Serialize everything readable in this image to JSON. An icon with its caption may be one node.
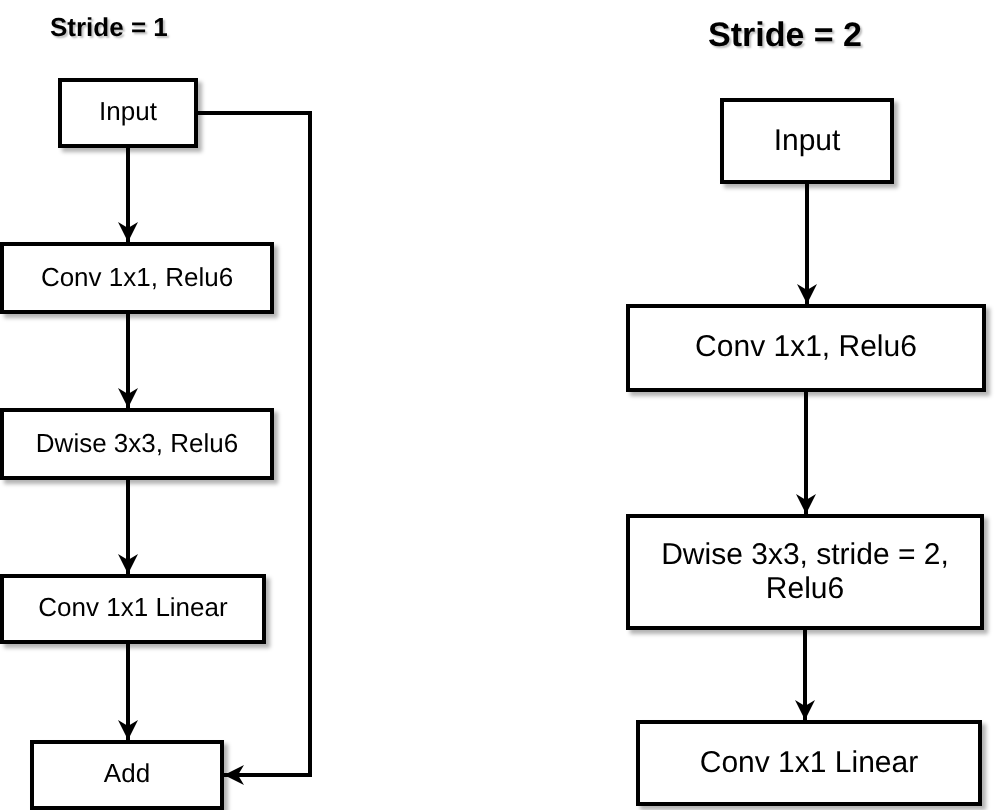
{
  "diagram": {
    "nodes": [
      {
        "text": [
          "Input"
        ]
      },
      {
        "text": [
          "Conv 1x1, Relu6"
        ]
      },
      {
        "text": [
          "Dwise 3x3, Relu6"
        ]
      },
      {
        "text": [
          "Conv 1x1 Linear"
        ]
      },
      {
        "text": [
          "Add"
        ]
      },
      {
        "text": [
          "Input"
        ]
      },
      {
        "text": [
          "Conv 1x1, Relu6"
        ]
      },
      {
        "text": [
          "Dwise 3x3, stride = 2, Relu6"
        ]
      },
      {
        "text": [
          "Conv 1x1 Linear"
        ]
      }
    ],
    "edges": [
      {
        "from": 0,
        "to": 1,
        "arrow": "to"
      },
      {
        "from": 1,
        "to": 2,
        "arrow": "to"
      },
      {
        "from": 2,
        "to": 3,
        "arrow": "to"
      },
      {
        "from": 3,
        "to": 4,
        "arrow": "to"
      },
      {
        "from": 0,
        "to": 4,
        "arrow": "to"
      },
      {
        "from": 5,
        "to": 6,
        "arrow": "to"
      },
      {
        "from": 6,
        "to": 7,
        "arrow": "to"
      },
      {
        "from": 7,
        "to": 8,
        "arrow": "to"
      }
    ],
    "labels": [
      "Stride = 1",
      "Stride = 2"
    ]
  }
}
